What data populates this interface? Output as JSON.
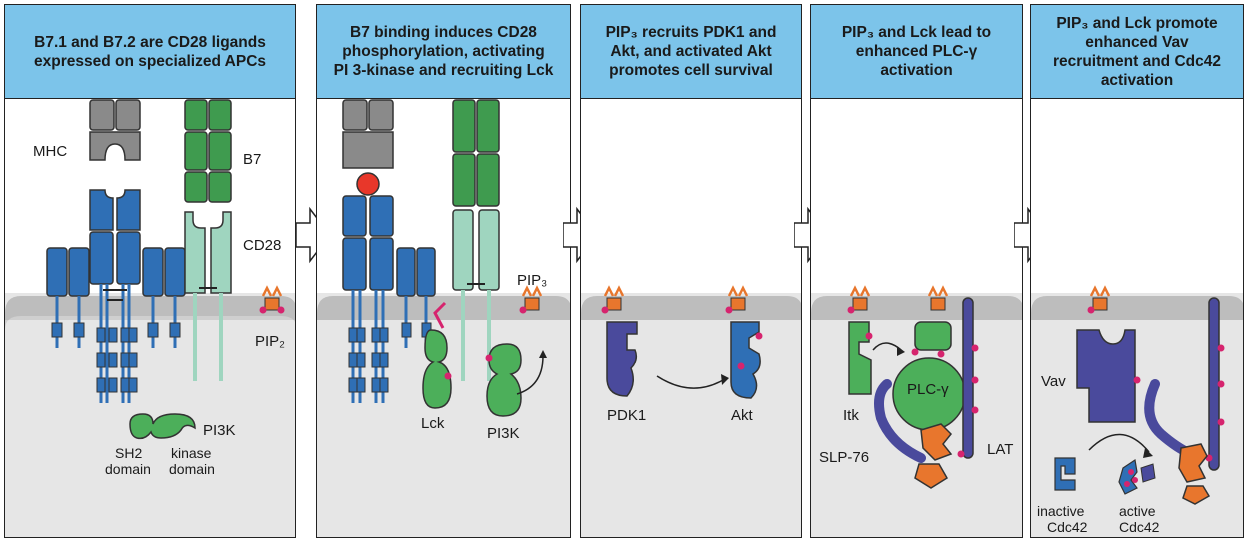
{
  "panels": [
    {
      "title": "B7.1 and B7.2 are CD28 ligands\nexpressed on specialized APCs",
      "labels": {
        "mhc": "MHC",
        "b7": "B7",
        "cd28": "CD28",
        "pip2": "PIP₂",
        "pi3k": "PI3K",
        "sh2": "SH2",
        "sh2_2": "domain",
        "kinase": "kinase",
        "kinase_2": "domain"
      }
    },
    {
      "title": "B7 binding induces CD28\nphosphorylation, activating\nPI 3-kinase and recruiting Lck",
      "labels": {
        "pip3": "PIP₃",
        "lck": "Lck",
        "pi3k": "PI3K"
      }
    },
    {
      "title": "PIP₃ recruits PDK1 and\nAkt, and activated Akt\npromotes cell survival",
      "labels": {
        "pdk1": "PDK1",
        "akt": "Akt"
      }
    },
    {
      "title": "PIP₃ and Lck lead to\nenhanced PLC-γ\nactivation",
      "labels": {
        "itk": "Itk",
        "plcg": "PLC-γ",
        "slp76": "SLP-76",
        "lat": "LAT"
      }
    },
    {
      "title": "PIP₃ and Lck promote\nenhanced Vav\nrecruitment and Cdc42\nactivation",
      "labels": {
        "vav": "Vav",
        "inactive": "inactive",
        "inactive_2": "Cdc42",
        "active": "active",
        "active_2": "Cdc42"
      }
    }
  ],
  "colors": {
    "header": "#7cc4ea",
    "mhc_gray": "#8a8a8a",
    "b7_green": "#3f9b4f",
    "cd28_mint": "#9fd5bf",
    "tcr_blue": "#2f6fb5",
    "pi3k_green": "#4caf5a",
    "kinase_purple": "#4a4a9c",
    "adapter_orange": "#e8762d",
    "phosphate_pink": "#d6246e",
    "membrane": "#bdbdbd",
    "cytoplasm": "#e6e6e6"
  }
}
